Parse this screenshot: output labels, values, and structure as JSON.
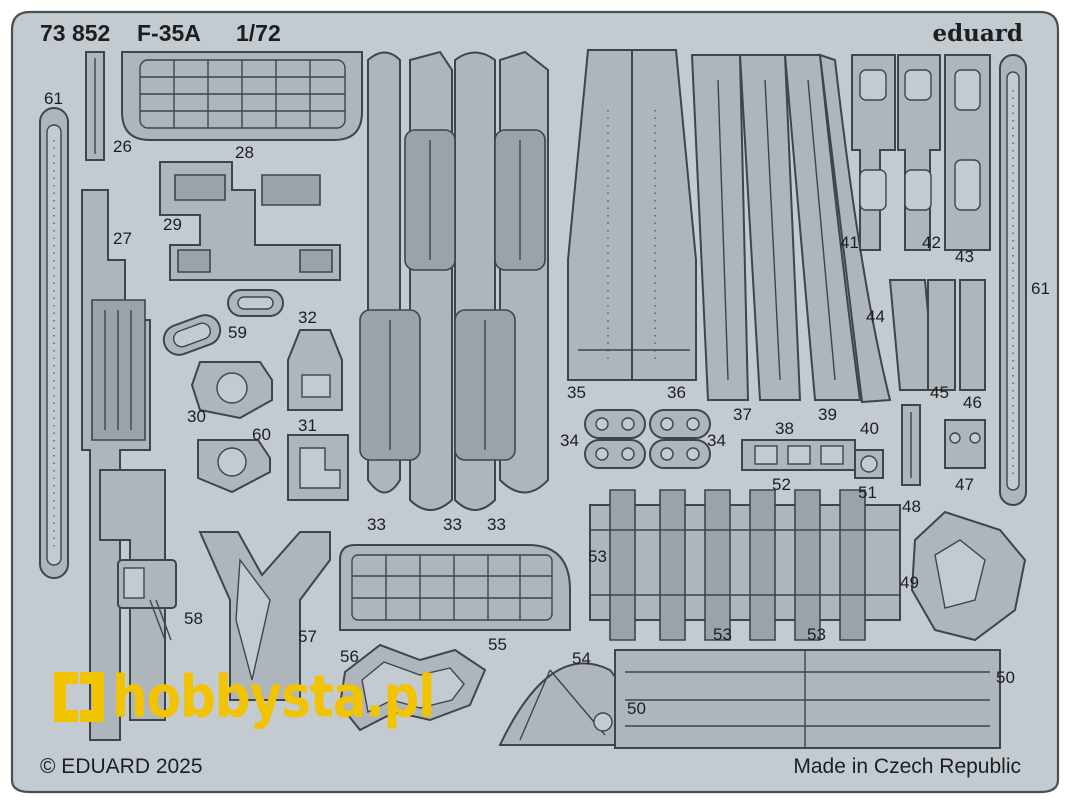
{
  "header": {
    "code": "73 852",
    "model": "F-35A",
    "scale": "1/72",
    "brand": "eduard"
  },
  "footer": {
    "copyright": "© EDUARD 2025",
    "origin": "Made in Czech Republic"
  },
  "watermark": {
    "text": "hobbysta.pl",
    "color": "#f2c300"
  },
  "colors": {
    "fret": "#c4cbd0",
    "part": "#aeb6bc",
    "outline": "#3f4549"
  },
  "part_labels": {
    "p61a": "61",
    "p26": "26",
    "p28": "28",
    "p27": "27",
    "p29": "29",
    "p59": "59",
    "p32": "32",
    "p30": "30",
    "p60": "60",
    "p31": "31",
    "p33a": "33",
    "p33b": "33",
    "p33c": "33",
    "p35": "35",
    "p36": "36",
    "p34a": "34",
    "p34b": "34",
    "p37": "37",
    "p38": "38",
    "p39": "39",
    "p40": "40",
    "p41": "41",
    "p42": "42",
    "p43": "43",
    "p44": "44",
    "p45": "45",
    "p46": "46",
    "p61b": "61",
    "p52": "52",
    "p51": "51",
    "p48": "48",
    "p47": "47",
    "p49": "49",
    "p53a": "53",
    "p53b": "53",
    "p53c": "53",
    "p58": "58",
    "p57": "57",
    "p55": "55",
    "p56": "56",
    "p54": "54",
    "p50a": "50",
    "p50b": "50"
  }
}
